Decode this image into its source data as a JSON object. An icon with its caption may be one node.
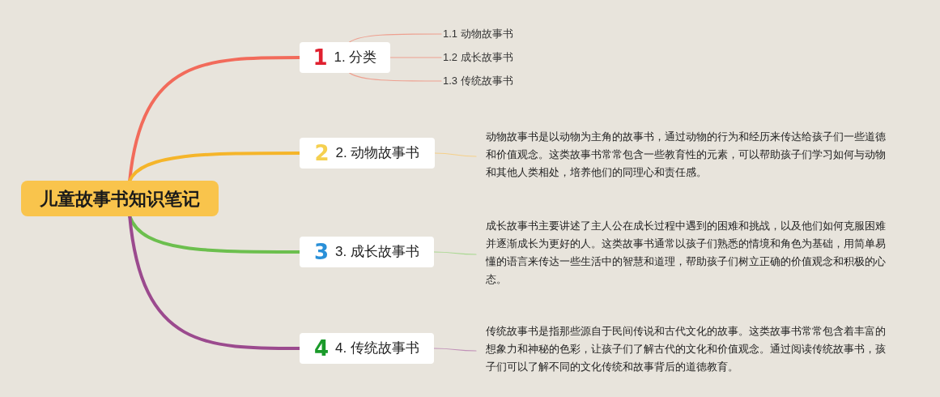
{
  "diagram": {
    "nodes": [
      {
        "text": [
          "儿童故事书知识笔记"
        ]
      },
      {
        "text": [
          "1",
          "1. 分类"
        ]
      },
      {
        "text": [
          "2",
          "2. 动物故事书"
        ]
      },
      {
        "text": [
          "3",
          "3. 成长故事书"
        ]
      },
      {
        "text": [
          "4",
          "4. 传统故事书"
        ]
      },
      {
        "text": [
          "1.1 动物故事书"
        ]
      },
      {
        "text": [
          "1.2 成长故事书"
        ]
      },
      {
        "text": [
          "1.3 传统故事书"
        ]
      },
      {
        "text": [
          "动物故事书是以动物为主角的故事书，通过动物的行为和经历来传达给孩子们一些道德和价值观念。这类故事书常常包含一些教育性的元素，可以帮助孩子们学习如何与动物和其他人类相处，培养他们的同理心和责任感。"
        ]
      },
      {
        "text": [
          "成长故事书主要讲述了主人公在成长过程中遇到的困难和挑战，以及他们如何克服困难并逐渐成长为更好的人。这类故事书通常以孩子们熟悉的情境和角色为基础，用简单易懂的语言来传达一些生活中的智慧和道理，帮助孩子们树立正确的价值观念和积极的心态。"
        ]
      },
      {
        "text": [
          "传统故事书是指那些源自于民间传说和古代文化的故事。这类故事书常常包含着丰富的想象力和神秘的色彩，让孩子们了解古代的文化和价值观念。通过阅读传统故事书，孩子们可以了解不同的文化传统和故事背后的道德教育。"
        ]
      }
    ],
    "edges": [
      {
        "from": 0,
        "to": 1,
        "arrow": "none",
        "style": "thick",
        "color": "#f26b5b"
      },
      {
        "from": 0,
        "to": 2,
        "arrow": "none",
        "style": "thick",
        "color": "#f5b52a"
      },
      {
        "from": 0,
        "to": 3,
        "arrow": "none",
        "style": "thick",
        "color": "#6cbf4e"
      },
      {
        "from": 0,
        "to": 4,
        "arrow": "none",
        "style": "thick",
        "color": "#9b4a8e"
      },
      {
        "from": 1,
        "to": 5,
        "arrow": "none",
        "color": "#eea090"
      },
      {
        "from": 1,
        "to": 6,
        "arrow": "none",
        "color": "#eea090"
      },
      {
        "from": 1,
        "to": 7,
        "arrow": "none",
        "color": "#eea090"
      },
      {
        "from": 2,
        "to": 8,
        "arrow": "none",
        "color": "#f5d08a"
      },
      {
        "from": 3,
        "to": 9,
        "arrow": "none",
        "color": "#a8d890"
      },
      {
        "from": 4,
        "to": 10,
        "arrow": "none",
        "color": "#c090b8"
      }
    ]
  }
}
